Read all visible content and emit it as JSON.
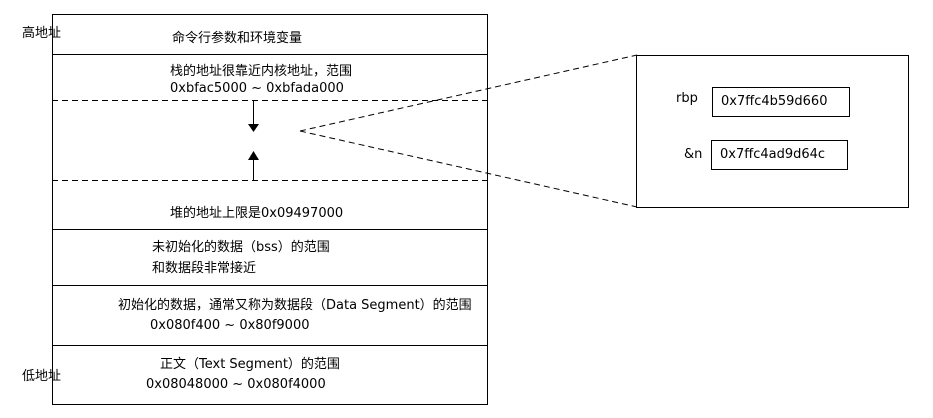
{
  "side_labels": {
    "high": "高地址",
    "low": "低地址"
  },
  "memory": {
    "cmd_env": "命令行参数和环境变量",
    "stack_line1": "栈的地址很靠近内核地址，范围",
    "stack_line2": "0xbfac5000 ~ 0xbfada000",
    "heap": "堆的地址上限是0x09497000",
    "bss_line1": "未初始化的数据（bss）的范围",
    "bss_line2": "和数据段非常接近",
    "data_line1": "初始化的数据，通常又称为数据段（Data Segment）的范围",
    "data_line2": "0x080f400 ~ 0x80f9000",
    "text_line1": "正文（Text Segment）的范围",
    "text_line2": "0x08048000 ~ 0x080f4000"
  },
  "zoom": {
    "rbp_label": "rbp",
    "rbp_value": "0x7ffc4b59d660",
    "n_label": "&n",
    "n_value": "0x7ffc4ad9d64c"
  }
}
